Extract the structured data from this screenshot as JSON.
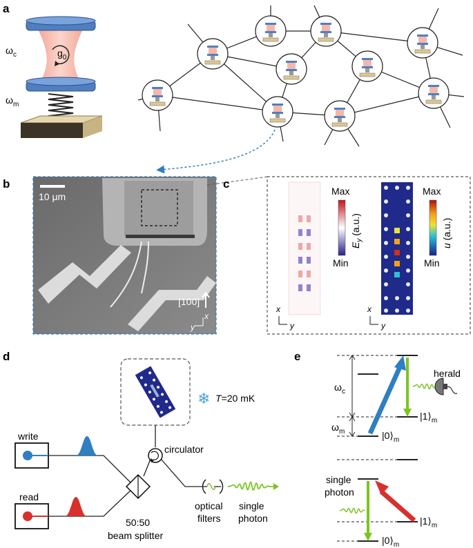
{
  "panel_labels": {
    "a": "a",
    "b": "b",
    "c": "c",
    "d": "d",
    "e": "e"
  },
  "panel_a": {
    "omega_c": "ω",
    "omega_c_sub": "c",
    "omega_m": "ω",
    "omega_m_sub": "m",
    "g0": "g",
    "g0_sub": "0"
  },
  "panel_b": {
    "scale_bar": "10 μm",
    "direction": "[100]",
    "axis_x": "x",
    "axis_y": "y"
  },
  "panel_c": {
    "ey_max": "Max",
    "ey_min": "Min",
    "ey_label": "E",
    "ey_sub": "y",
    "ey_unit": " (a.u.)",
    "u_max": "Max",
    "u_min": "Min",
    "u_label": "u",
    "u_unit": " (a.u.)",
    "axis_x": "x",
    "axis_y": "y"
  },
  "panel_d": {
    "write": "write",
    "read": "read",
    "temperature_T": "T",
    "temperature_val": "=20 mK",
    "circulator": "circulator",
    "beam_splitter_1": "50:50",
    "beam_splitter_2": "beam splitter",
    "filters_1": "optical",
    "filters_2": "filters",
    "single_1": "single",
    "single_2": "photon"
  },
  "panel_e": {
    "omega_c": "ω",
    "omega_c_sub": "c",
    "omega_m": "ω",
    "omega_m_sub": "m",
    "herald": "herald",
    "ket1_top": "|1⟩",
    "ket0_top": "|0⟩",
    "ket1_bottom": "|1⟩",
    "ket0_bottom": "|0⟩",
    "ket_sub": "m",
    "single_1": "single",
    "single_2": "photon"
  },
  "colors": {
    "blue_arrow": "#2f7fc1",
    "red_arrow": "#d8302c",
    "green_arrow": "#7cc520",
    "cavity_pink": "#f6b7a8",
    "mirror_blue": "#4f7fc0",
    "base_tan": "#d9c79a",
    "pc_dark": "#1f2a8a"
  }
}
